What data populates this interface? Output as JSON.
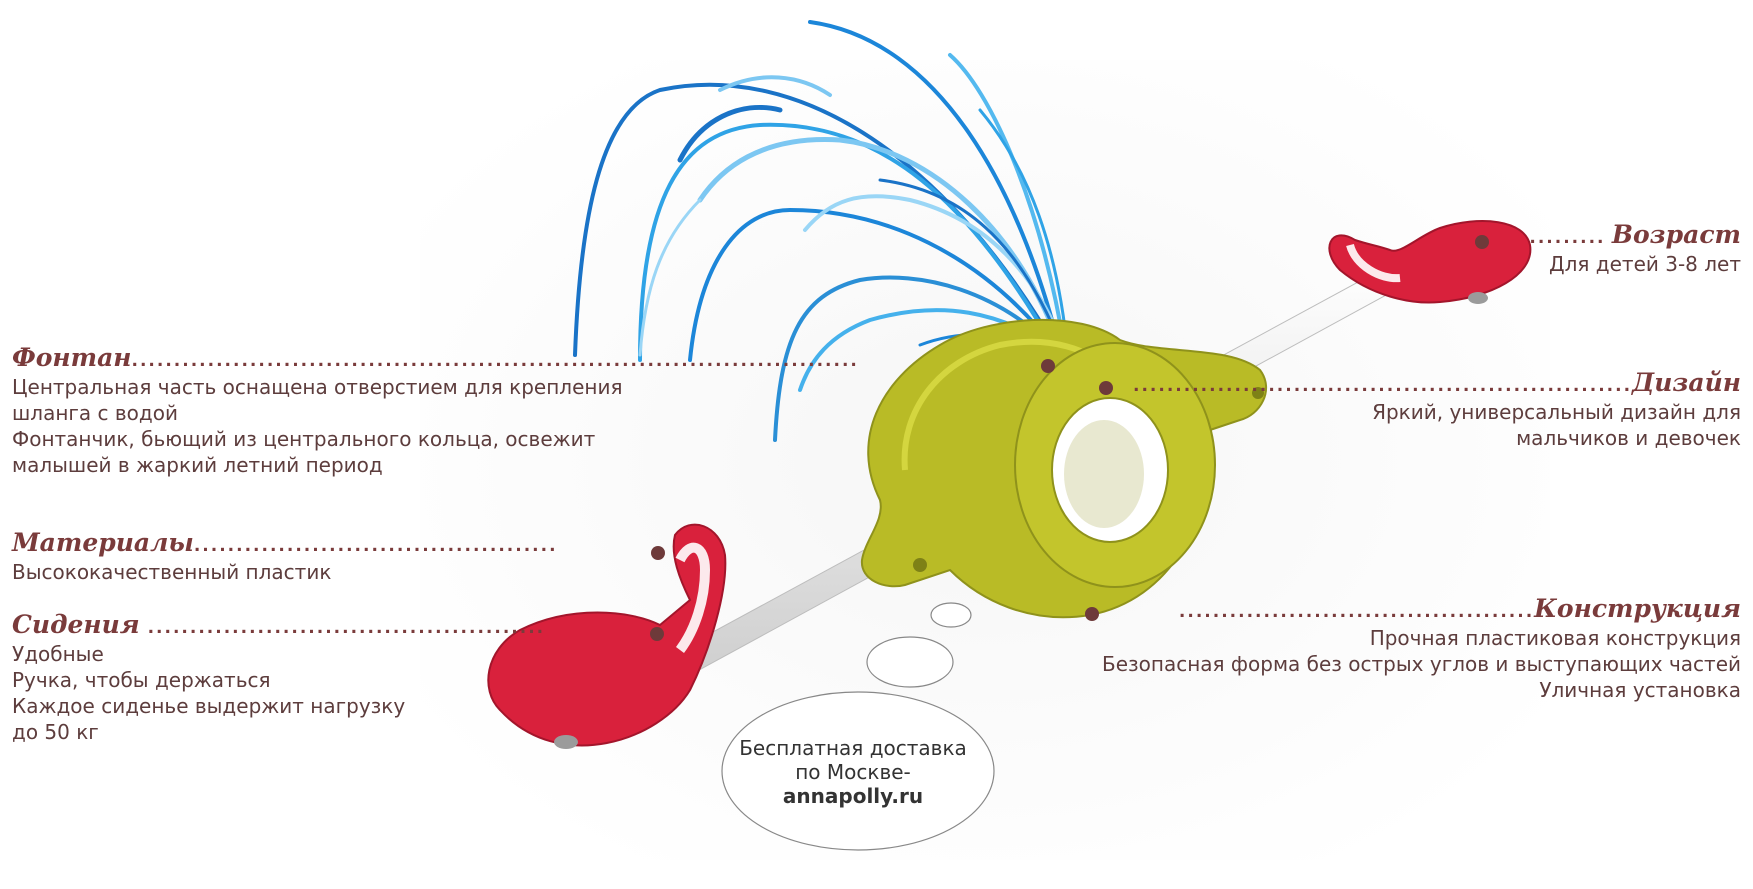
{
  "callouts": {
    "fountain": {
      "title": "Фонтан",
      "lines": [
        "Центральная часть оснащена отверстием для крепления",
        "шланга с водой",
        "Фонтанчик, бьющий из центрального кольца, освежит",
        "малышей в жаркий летний период"
      ]
    },
    "materials": {
      "title": "Материалы",
      "lines": [
        "Высококачественный пластик"
      ]
    },
    "seats": {
      "title": "Сидения",
      "lines": [
        "Удобные",
        "Ручка, чтобы держаться",
        "Каждое сиденье выдержит нагрузку",
        "до 50 кг"
      ]
    },
    "age": {
      "title": "Возраст",
      "lines": [
        "Для детей 3-8 лет"
      ]
    },
    "design": {
      "title": "Дизайн",
      "lines": [
        "Яркий, универсальный дизайн для",
        "мальчиков и девочек"
      ]
    },
    "construction": {
      "title": "Конструкция",
      "lines": [
        "Прочная пластиковая конструкция",
        "Безопасная форма без острых углов и выступающих частей",
        "Уличная установка"
      ]
    }
  },
  "bubble": {
    "line1": "Бесплатная доставка",
    "line2": "по Москве-",
    "site": "annapolly.ru"
  },
  "colors": {
    "accent": "#7a3b3b",
    "seat": "#d9213c",
    "body": "#b5b82a",
    "water": "#2a8fd6"
  }
}
